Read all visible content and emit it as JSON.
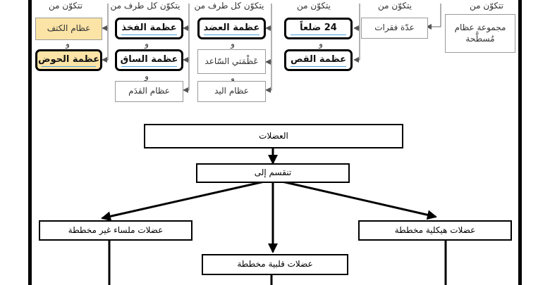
{
  "skeleton": {
    "headers": [
      {
        "id": "h1",
        "text": "تتكوّن من"
      },
      {
        "id": "h2",
        "text": "يتكوّن من"
      },
      {
        "id": "h3",
        "text": "يتكوّن من"
      },
      {
        "id": "h4",
        "text": "يتكوّن كل طرف من"
      },
      {
        "id": "h5",
        "text": "يتكوّن كل طرف من"
      },
      {
        "id": "h6",
        "text": "تتكوّن من"
      }
    ],
    "connectors": {
      "and": "و"
    },
    "boxes": {
      "skull": "مجموعة عظام مُسطَّحة",
      "spine": "عدّة فقرات",
      "ribs": "24 ضلعاً",
      "sternum": "عظمة القص",
      "humerus": "عظمة العضد",
      "forearm": "عَظْمَتي السّاعد",
      "hand": "عظام اليد",
      "femur": "عظمة الفخذ",
      "tibia": "عظمة الساق",
      "foot": "عظام القدَم",
      "shoulder": "عظام الكتف",
      "pelvis": "عظمة الحوض"
    }
  },
  "muscles": {
    "title": "العضلات",
    "divide": "تنقسم إلى",
    "skeletal": "عضلات هيكلية مخططة",
    "cardiac": "عضلات قلبية مخططة",
    "smooth": "عضلات ملساء غير مخططة"
  },
  "colors": {
    "highlight": "#fbe4a6",
    "underline": "#4aa3df"
  }
}
